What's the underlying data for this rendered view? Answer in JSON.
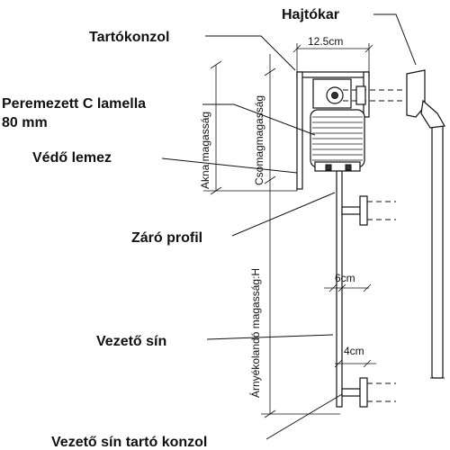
{
  "labels": {
    "crank": "Hajtókar",
    "bracket": "Tartókonzol",
    "slat_line1": "Peremezett C lamella",
    "slat_line2": "80 mm",
    "shield": "Védő lemez",
    "end_profile": "Záró profil",
    "guide_rail": "Vezető sín",
    "rail_bracket": "Vezető sín tartó konzol"
  },
  "dimensions": {
    "box_width": "12.5cm",
    "rail_width": "6cm",
    "rail_depth": "4cm",
    "shaft_height": "Akna magasság",
    "package_height": "Csomagmagasság",
    "shaded_height": "Árnyékolandó magasság:H"
  }
}
